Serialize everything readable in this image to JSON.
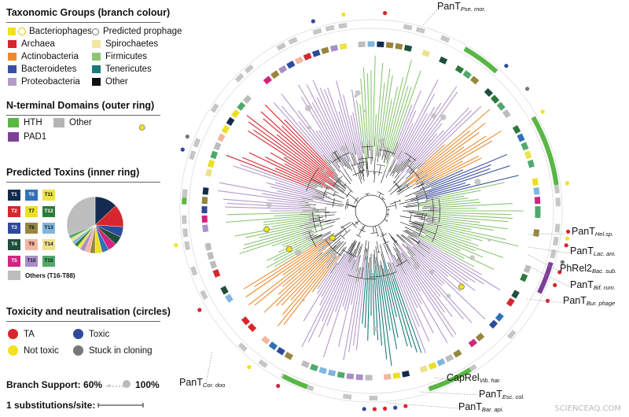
{
  "legend_taxa": {
    "title": "Taxonomic Groups (branch colour)",
    "items": [
      {
        "label": "Bacteriophages",
        "color": "#f2e21a"
      },
      {
        "label": "Predicted prophage",
        "color": "#ffffff"
      },
      {
        "label": "Archaea",
        "color": "#d7262e"
      },
      {
        "label": "Spirochaetes",
        "color": "#f3e4a2"
      },
      {
        "label": "Actinobacteria",
        "color": "#ea8b2f"
      },
      {
        "label": "Firmicutes",
        "color": "#8cc673"
      },
      {
        "label": "Bacteroidetes",
        "color": "#3a4fa0"
      },
      {
        "label": "Tenericutes",
        "color": "#197a7a"
      },
      {
        "label": "Proteobacteria",
        "color": "#b49acb"
      },
      {
        "label": "Other",
        "color": "#111111"
      }
    ]
  },
  "legend_domains": {
    "title": "N-terminal Domains (outer ring)",
    "items": [
      {
        "label": "HTH",
        "color": "#5ab645"
      },
      {
        "label": "Other",
        "color": "#b5b5b5"
      },
      {
        "label": "PAD1",
        "color": "#7d3f98"
      }
    ]
  },
  "legend_toxins": {
    "title": "Predicted Toxins (inner ring)",
    "cells": [
      {
        "label": "T1",
        "color": "#142a4e",
        "text": "#ffffff"
      },
      {
        "label": "T6",
        "color": "#2f72b7",
        "text": "#ffffff"
      },
      {
        "label": "T11",
        "color": "#eee34b",
        "text": "#111111"
      },
      {
        "label": "T2",
        "color": "#d7262e",
        "text": "#ffffff"
      },
      {
        "label": "T7",
        "color": "#ecdf26",
        "text": "#111111"
      },
      {
        "label": "T12",
        "color": "#2c7a3c",
        "text": "#ffffff"
      },
      {
        "label": "T3",
        "color": "#2e4a9b",
        "text": "#ffffff"
      },
      {
        "label": "T8",
        "color": "#96863e",
        "text": "#111111"
      },
      {
        "label": "T13",
        "color": "#7fb6de",
        "text": "#111111"
      },
      {
        "label": "T4",
        "color": "#1f4f3a",
        "text": "#ffffff"
      },
      {
        "label": "T9",
        "color": "#f2b7a0",
        "text": "#111111"
      },
      {
        "label": "T14",
        "color": "#eee18c",
        "text": "#111111"
      },
      {
        "label": "T5",
        "color": "#d2247f",
        "text": "#ffffff"
      },
      {
        "label": "T10",
        "color": "#a98fc6",
        "text": "#111111"
      },
      {
        "label": "T15",
        "color": "#4fa96b",
        "text": "#111111"
      }
    ],
    "others_label": "Others (T16-T88)",
    "others_color": "#bdbdbd"
  },
  "legend_toxicity": {
    "title": "Toxicity and neutralisation (circles)",
    "items": [
      {
        "label": "TA",
        "color": "#d7262e"
      },
      {
        "label": "Toxic",
        "color": "#2e4a9b"
      },
      {
        "label": "Not toxic",
        "color": "#f2e21a"
      },
      {
        "label": "Stuck in cloning",
        "color": "#777777"
      }
    ]
  },
  "branch_support": {
    "label": "Branch Support:",
    "low": "60%",
    "high": "100%"
  },
  "scale": {
    "label": "1 substitutions/site:"
  },
  "labels": [
    {
      "base": "PanT",
      "sub": "Pse. mor."
    },
    {
      "base": "PanT",
      "sub": "Hel.sp."
    },
    {
      "base": "PanT",
      "sub": "Lac. ani."
    },
    {
      "base": "PhRel2",
      "sub": "Bac. sub."
    },
    {
      "base": "PanT",
      "sub": "Bif. rum."
    },
    {
      "base": "PanT",
      "sub": "Bur. phage"
    },
    {
      "base": "PanT",
      "sub": "Cor. doo"
    },
    {
      "base": "CapRel",
      "sub": "Vib. har."
    },
    {
      "base": "PanT",
      "sub": "Esc. col."
    },
    {
      "base": "PanT",
      "sub": "Bar. api."
    }
  ],
  "watermark": "SCIENCEAQ.COM"
}
